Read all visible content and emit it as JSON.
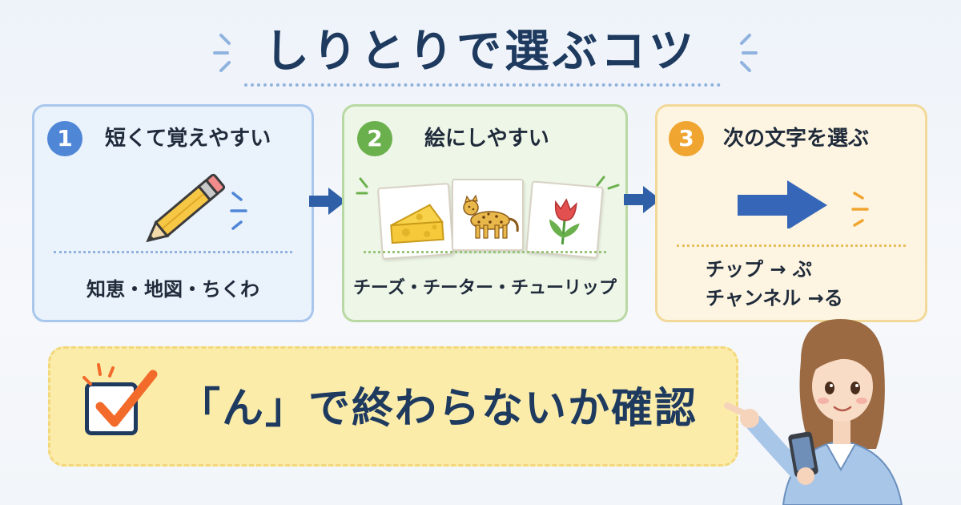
{
  "title": "しりとりで選ぶコツ",
  "cards": [
    {
      "number": "1",
      "title": "短くて覚えやすい",
      "text": "知恵・地図・ちくわ",
      "icon": "pencil-icon"
    },
    {
      "number": "2",
      "title": "絵にしやすい",
      "text": "チーズ・チーター・チューリップ",
      "icons": [
        "cheese-icon",
        "cheetah-icon",
        "tulip-icon"
      ]
    },
    {
      "number": "3",
      "title": "次の文字を選ぶ",
      "lines": [
        "チップ → ぷ",
        "チャンネル →る"
      ],
      "icon": "arrow-right-icon"
    }
  ],
  "banner": {
    "text": "「ん」で終わらないか確認",
    "icon": "checkbox-checked-icon"
  },
  "colors": {
    "title": "#1e3a5f",
    "blue": "#4f86d6",
    "green": "#6ab04c",
    "orange": "#f0a531",
    "banner": "#fbecaa"
  }
}
